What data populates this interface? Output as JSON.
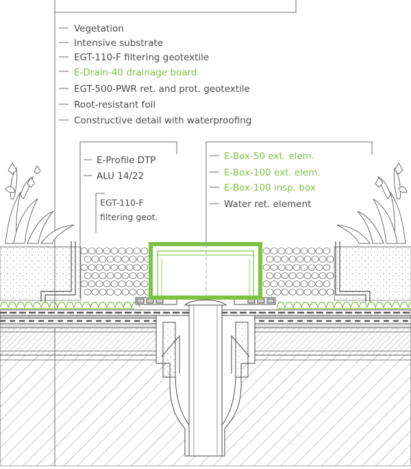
{
  "colors": {
    "text": "#4a4a4a",
    "accent_green": "#7dc242",
    "line": "#6b6b6b",
    "hatch": "#9a9a9a"
  },
  "top_labels": [
    {
      "text": "Vegetation",
      "highlight": false
    },
    {
      "text": "Intensive substrate",
      "highlight": false
    },
    {
      "text": "EGT-110-F filtering geotextile",
      "highlight": false
    },
    {
      "text": "E-Drain-40 drainage board",
      "highlight": true
    },
    {
      "text": "EGT-500-PWR ret. and prot. geotextile",
      "highlight": false
    },
    {
      "text": "Root-resistant foil",
      "highlight": false
    },
    {
      "text": "Constructive detail with waterproofing",
      "highlight": false
    }
  ],
  "left_labels": [
    {
      "text": "E-Profile DTP",
      "highlight": false
    },
    {
      "text": "ALU 14/22",
      "highlight": false
    }
  ],
  "filter_labels": [
    {
      "text": "EGT-110-F",
      "highlight": false
    },
    {
      "text": "filtering geot.",
      "highlight": false
    }
  ],
  "right_labels": [
    {
      "text": "E-Box-50 ext. elem.",
      "highlight": true
    },
    {
      "text": "E-Box-100 ext. elem.",
      "highlight": true
    },
    {
      "text": "E-Box-100 insp. box",
      "highlight": true
    },
    {
      "text": "Water ret. element",
      "highlight": false
    }
  ]
}
